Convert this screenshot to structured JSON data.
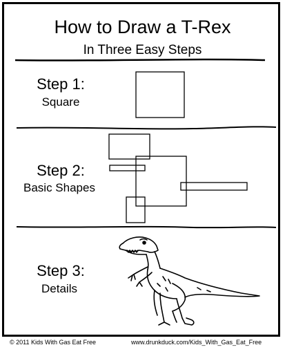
{
  "header": {
    "title": "How to Draw a T-Rex",
    "subtitle": "In Three Easy Steps"
  },
  "steps": [
    {
      "heading": "Step 1:",
      "label": "Square"
    },
    {
      "heading": "Step 2:",
      "label": "Basic Shapes"
    },
    {
      "heading": "Step 3:",
      "label": "Details"
    }
  ],
  "footer": {
    "copyright": "© 2011 Kids With Gas Eat Free",
    "url": "www.drunkduck.com/Kids_With_Gas_Eat_Free"
  },
  "icons": {
    "trex": "t-rex-drawing"
  }
}
